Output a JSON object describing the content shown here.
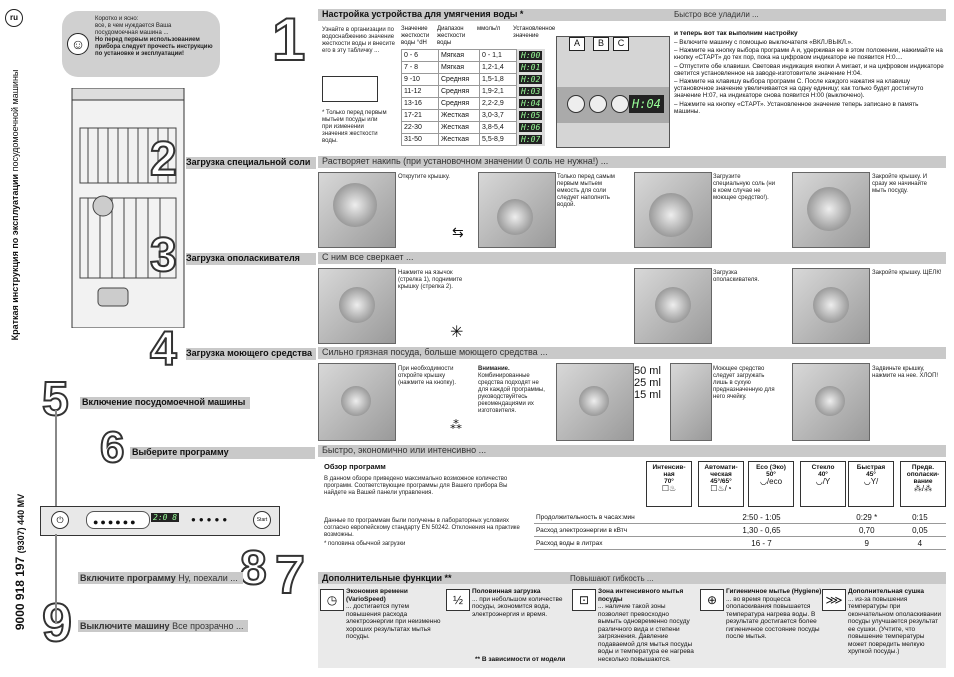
{
  "side": {
    "lang_badge": "ru",
    "title_vertical": "Краткая инструкция по эксплуатации",
    "title_vertical_rest": "посудомоечной машины",
    "doc_number": "9000 918 197",
    "doc_number_rest": "(9307) 440 MV"
  },
  "intro": {
    "line1": "Коротко и ясно:",
    "line2": "все, в чем нуждается Ваша",
    "line3": "посудомоечная машина ...",
    "bold": "Но перед первым использованием прибора следует прочесть инструкцию по установке и эксплуатации!"
  },
  "step_numbers": [
    "1",
    "2",
    "3",
    "4",
    "5",
    "6",
    "7",
    "8",
    "9"
  ],
  "s1": {
    "title": "Настройка устройства для умягчения воды *",
    "right_title": "Быстро все уладили ...",
    "left_text": "Узнайте в организации по водоснабжению значение жесткости воды и внесите его в эту табличку ...",
    "footnote": "* Только перед первым мытьем посуды или при изменении значения жесткости воды.",
    "col1": "Значение жесткости воды °dH",
    "col2": "Диапазон жесткости воды",
    "col3": "ммоль/л",
    "col4": "Установленное значение",
    "rows": [
      {
        "dh": "0 - 6",
        "range": "Мягкая",
        "mmol": "0 - 1,1",
        "lcd": "H:00"
      },
      {
        "dh": "7 - 8",
        "range": "Мягкая",
        "mmol": "1,2-1,4",
        "lcd": "H:01"
      },
      {
        "dh": "9 -10",
        "range": "Средняя",
        "mmol": "1,5-1,8",
        "lcd": "H:02"
      },
      {
        "dh": "11-12",
        "range": "Средняя",
        "mmol": "1,9-2,1",
        "lcd": "H:03"
      },
      {
        "dh": "13-16",
        "range": "Средняя",
        "mmol": "2,2-2,9",
        "lcd": "H:04"
      },
      {
        "dh": "17-21",
        "range": "Жесткая",
        "mmol": "3,0-3,7",
        "lcd": "H:05"
      },
      {
        "dh": "22-30",
        "range": "Жесткая",
        "mmol": "3,8-5,4",
        "lcd": "H:06"
      },
      {
        "dh": "31-50",
        "range": "Жесткая",
        "mmol": "5,5-8,9",
        "lcd": "H:07"
      }
    ],
    "btn_a": "A",
    "btn_b": "B",
    "btn_c": "C",
    "display": "H:04",
    "proc_title": "и теперь вот так выполним настройку",
    "proc": [
      "– Включите машину с помощью выключателя «ВКЛ./ВЫКЛ.».",
      "– Нажмите на кнопку выбора программ A и, удерживая ее в этом положении, нажимайте на кнопку «СТАРТ» до тех пор, пока на цифровом индикаторе не появится H:0....",
      "– Отпустите обе клавиши. Световая индикация кнопки A мигает, и на цифровом индикаторе светится установленное на заводе-изготовителе значение H:04.",
      "– Нажмите на клавишу выбора программ C. После каждого нажатия на клавишу установочное значение увеличивается на одну единицу; как только будет достигнуто значение H:07, на индикаторе снова появится H:00 (выключено).",
      "– Нажмите на кнопку «СТАРТ». Установленное значение теперь записано в память машины."
    ]
  },
  "s2": {
    "label": "Загрузка специальной соли",
    "title": "Растворяет накипь (при установочном значении 0 соль не нужна!) ...",
    "t1": "Открутите крышку.",
    "t2": "Только перед самым первым мытьем емкость для соли следует наполнить водой.",
    "t3": "Загрузите специальную соль (ни в коем случае не моющее средство!).",
    "t4": "Закройте крышку. И сразу же начинайте мыть посуду."
  },
  "s3": {
    "label": "Загрузка ополаскивателя",
    "title": "С ним все сверкает ...",
    "t1": "Нажмите на язычок (стрелка 1), поднимите крышку (стрелка 2).",
    "t2": "Загрузка ополаскивателя.",
    "t3": "Закройте крышку. ЩЕЛК!"
  },
  "s4": {
    "label": "Загрузка моющего средства",
    "title": "Сильно грязная посуда, больше моющего средства ...",
    "t1": "При необходимости откройте крышку (нажмите на кнопку).",
    "t2_bold": "Внимание.",
    "t2": "Комбинированные средства подходят не для каждой программы, руководствуйтесь рекомендациями их изготовителя.",
    "ml1": "50 ml",
    "ml2": "25 ml",
    "ml3": "15 ml",
    "t3": "Моющее средство следует загружать лишь в сухую предназначенную для него ячейку.",
    "t4": "Задвиньте крышку, нажмите на нее. ХЛОП!"
  },
  "s5": {
    "label": "Включение посудомоечной машины"
  },
  "s6": {
    "label": "Выберите программу",
    "title": "Быстро, экономично или интенсивно ...",
    "overview_title": "Обзор программ",
    "overview_text": "В данном обзоре приведено максимально возможное количество программ. Соответствующие программы для Вашего прибора Вы найдете на Вашей панели управления.",
    "lab_text": "Данные по программам были получены в лабораторных условиях согласно европейскому стандарту EN 50242. Отклонения на практике возможны.",
    "half_note": "* половина обычной загрузки",
    "programs": [
      {
        "name": "Интенсив-ная",
        "temp": "70°",
        "icon": "☐♨"
      },
      {
        "name": "Автомати-ческая",
        "temp": "45°/65°",
        "icon": "☐♨/◔"
      },
      {
        "name": "Eco (Эко)",
        "temp": "50°",
        "icon": "◡/eco"
      },
      {
        "name": "Стекло",
        "temp": "40°",
        "icon": "◡/Y"
      },
      {
        "name": "Быстрая",
        "temp": "45°",
        "icon": "◡Y/"
      },
      {
        "name": "Предв. ополаски-вание",
        "temp": "",
        "icon": "⁂/⁂"
      }
    ],
    "rows": [
      {
        "label": "Продолжительность в часах:мин",
        "range": "2:50 - 1:05",
        "quick": "0:29 *",
        "pre": "0:15"
      },
      {
        "label": "Расход электроэнергии в кВтч",
        "range": "1,30 - 0,65",
        "quick": "0,70",
        "pre": "0,05"
      },
      {
        "label": "Расход воды в литрах",
        "range": "16 - 7",
        "quick": "9",
        "pre": "4"
      }
    ]
  },
  "s7": {
    "title": "Дополнительные функции **",
    "right_title": "Повышают гибкость ...",
    "footnote": "** В зависимости от модели",
    "items": [
      {
        "name": "Экономия времени (VarioSpeed)",
        "text": "... достигается путем повышения расхода электроэнергии при неизменно хороших результатах мытья посуды.",
        "icon": "◷"
      },
      {
        "name": "Половинная загрузка",
        "text": "... при небольшом количестве посуды, экономится вода, электроэнергия и время.",
        "icon": "½"
      },
      {
        "name": "Зона интенсивного мытья посуды",
        "text": "... наличие такой зоны позволяет превосходно вымыть одновременно посуду различного вида и степени загрязнения. Давление подаваемой для мытья посуды воды и температура ее нагрева несколько повышаются.",
        "icon": "⊡"
      },
      {
        "name": "Гигиеничное мытье (Hygiene)",
        "text": "... во время процесса ополаскивания повышается температура нагрева воды. В результате достигается более гигиеничное состояние посуды после мытья.",
        "icon": "⊕"
      },
      {
        "name": "Дополнительная сушка",
        "text": "... из-за повышения температуры при окончательном ополаскивании посуды улучшается результат ее сушки. (Учтите, что повышение температуры может повредить мелкую хрупкой посуды.)",
        "icon": "⋙"
      }
    ]
  },
  "s8": {
    "label_bold": "Включите программу",
    "label_rest": "Ну, поехали ..."
  },
  "s9": {
    "label_bold": "Выключите машину",
    "label_rest": "Все прозрачно ..."
  },
  "panel": {
    "display": "2:0 8",
    "power_icon": "⏻",
    "start_label": "Start"
  }
}
